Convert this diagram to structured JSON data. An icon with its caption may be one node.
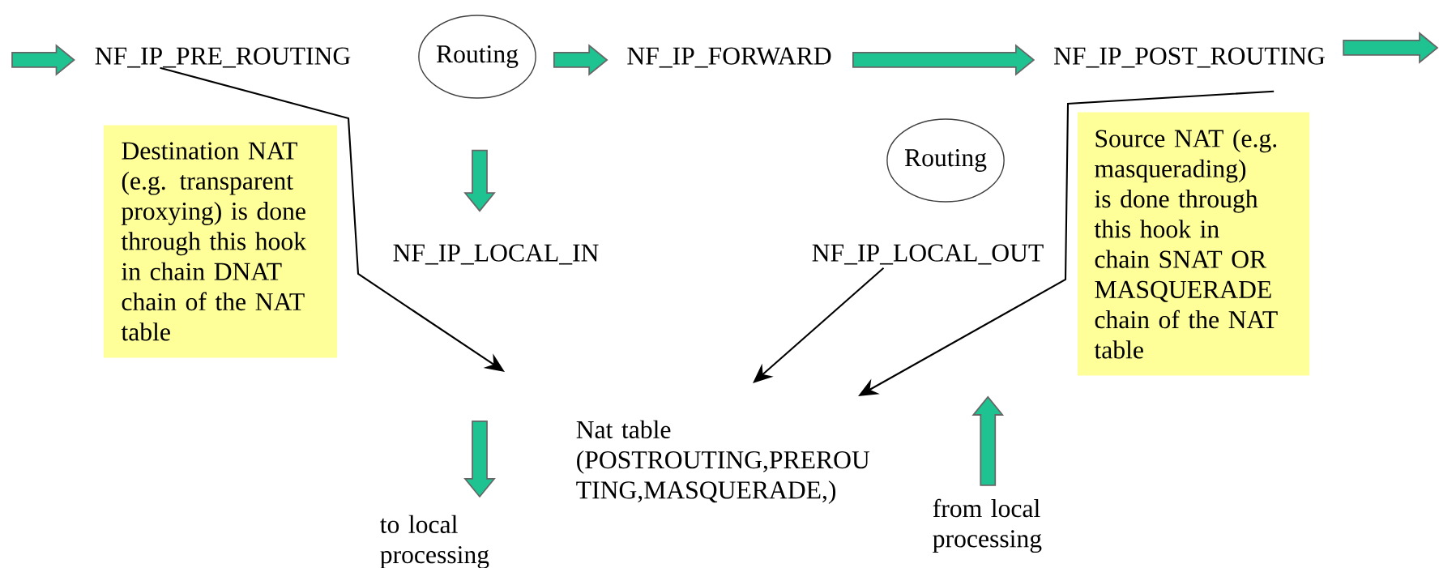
{
  "diagram": {
    "nodes": [
      {
        "text": [
          "NF_IP_PRE_ROUTING"
        ]
      },
      {
        "text": [
          "Routing"
        ]
      },
      {
        "text": [
          "NF_IP_FORWARD"
        ]
      },
      {
        "text": [
          "NF_IP_POST_ROUTING"
        ]
      },
      {
        "text": [
          "Destination NAT (e.g. transparent proxying) is done through this hook in chain DNAT chain of the NAT table"
        ]
      },
      {
        "text": [
          "NF_IP_LOCAL_IN"
        ]
      },
      {
        "text": [
          "Routing"
        ]
      },
      {
        "text": [
          "NF_IP_LOCAL_OUT"
        ]
      },
      {
        "text": [
          "Source NAT (e.g. masquerading) is done through this hook in chain SNAT OR MASQUERADE chain of the NAT table"
        ]
      },
      {
        "text": [
          "Nat table (POSTROUTING,PREROU TING,MASQUERADE,)"
        ]
      },
      {
        "text": [
          "to local processing"
        ]
      },
      {
        "text": [
          "from local processing"
        ]
      }
    ],
    "edges": [
      {
        "from": null,
        "to": 0,
        "arrow": "to",
        "style": "thick",
        "color": "#1ec391"
      },
      {
        "from": 1,
        "to": 2,
        "arrow": "to",
        "style": "thick",
        "color": "#1ec391"
      },
      {
        "from": 2,
        "to": 3,
        "arrow": "to",
        "style": "thick",
        "color": "#1ec391"
      },
      {
        "from": 3,
        "to": null,
        "arrow": "to",
        "style": "thick",
        "color": "#1ec391"
      },
      {
        "from": 1,
        "to": 5,
        "arrow": "to",
        "style": "thick",
        "color": "#1ec391"
      },
      {
        "from": null,
        "to": 10,
        "arrow": "to",
        "style": "thick",
        "color": "#1ec391"
      },
      {
        "from": 11,
        "to": null,
        "arrow": "to",
        "style": "thick",
        "color": "#1ec391"
      },
      {
        "from": 0,
        "to": 9,
        "arrow": "to"
      },
      {
        "from": 7,
        "to": 9,
        "arrow": "to"
      },
      {
        "from": 3,
        "to": 9,
        "arrow": "to"
      }
    ]
  }
}
